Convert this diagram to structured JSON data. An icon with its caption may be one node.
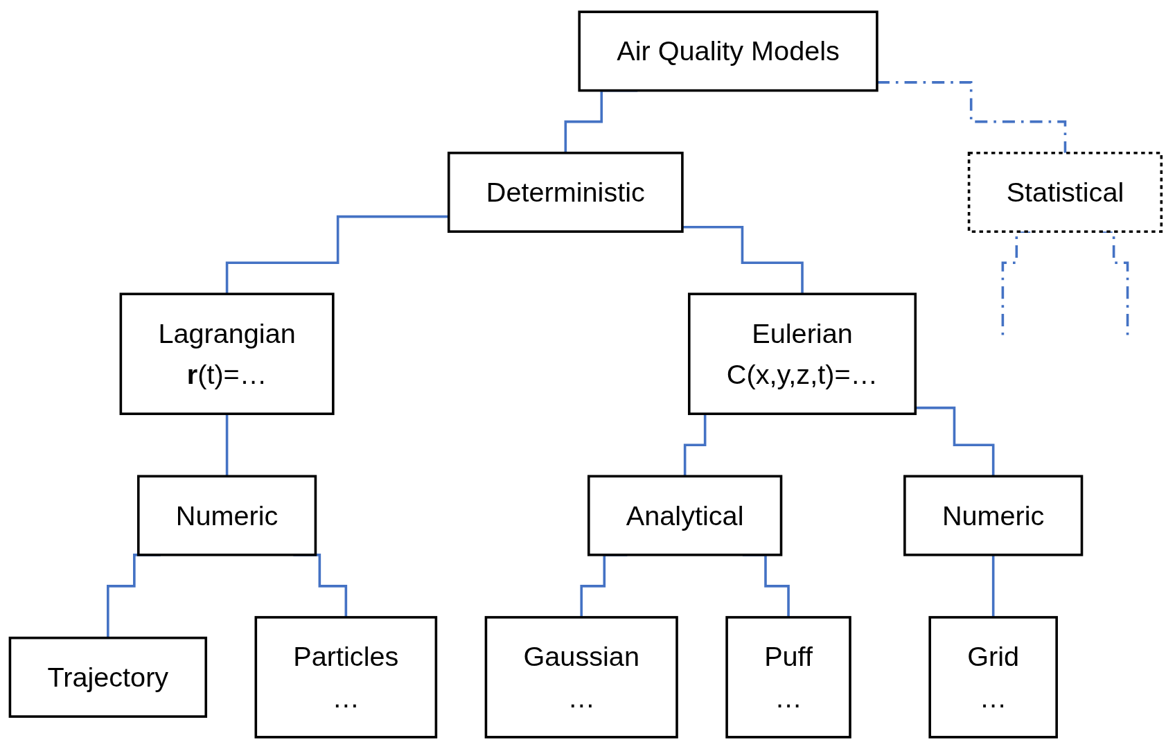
{
  "diagram": {
    "nodes": [
      {
        "text": [
          "Air Quality Models"
        ]
      },
      {
        "text": [
          "Statistical"
        ]
      },
      {
        "text": [
          "Deterministic"
        ]
      },
      {
        "text": [
          "Lagrangian",
          "**r**(t)=…"
        ]
      },
      {
        "text": [
          "Eulerian",
          "C(x,y,z,t)=…"
        ]
      },
      {
        "text": [
          "Numeric"
        ]
      },
      {
        "text": [
          "Analytical"
        ]
      },
      {
        "text": [
          "Numeric"
        ]
      },
      {
        "text": [
          "Trajectory"
        ]
      },
      {
        "text": [
          "Particles",
          "…"
        ]
      },
      {
        "text": [
          "Gaussian",
          "…"
        ]
      },
      {
        "text": [
          "Puff",
          "…"
        ]
      },
      {
        "text": [
          "Grid",
          "…"
        ]
      }
    ],
    "edges": [
      {
        "from": 0,
        "to": 1,
        "arrow": "none",
        "style": "dashed"
      },
      {
        "from": 0,
        "to": 2,
        "arrow": "none"
      },
      {
        "from": 1,
        "to": null,
        "arrow": "none",
        "style": "dashed"
      },
      {
        "from": 1,
        "to": null,
        "arrow": "none",
        "style": "dashed"
      },
      {
        "from": 2,
        "to": 3,
        "arrow": "none"
      },
      {
        "from": 2,
        "to": 4,
        "arrow": "none"
      },
      {
        "from": 3,
        "to": 5,
        "arrow": "none"
      },
      {
        "from": 4,
        "to": 6,
        "arrow": "none"
      },
      {
        "from": 4,
        "to": 7,
        "arrow": "none"
      },
      {
        "from": 5,
        "to": 8,
        "arrow": "none"
      },
      {
        "from": 5,
        "to": 9,
        "arrow": "none"
      },
      {
        "from": 6,
        "to": 10,
        "arrow": "none"
      },
      {
        "from": 6,
        "to": 11,
        "arrow": "none"
      },
      {
        "from": 7,
        "to": 12,
        "arrow": "none"
      }
    ]
  }
}
